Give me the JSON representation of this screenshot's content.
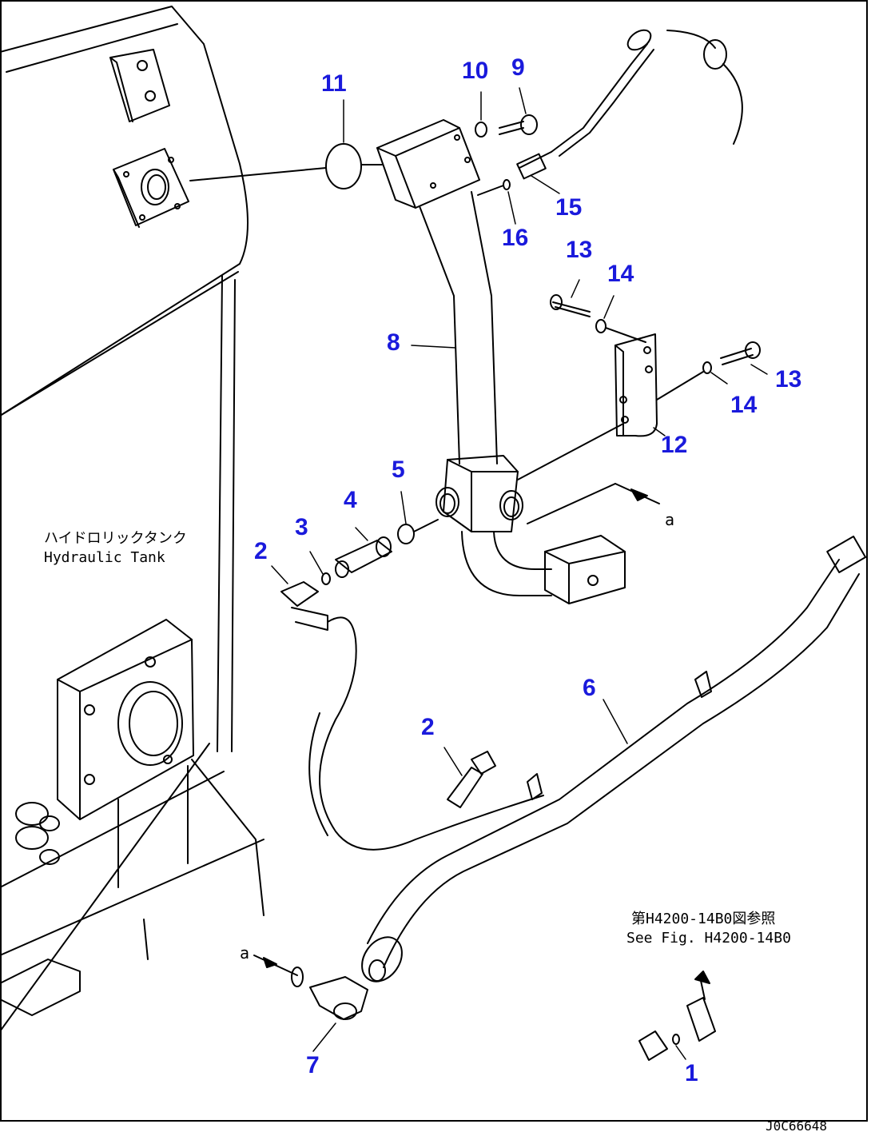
{
  "colors": {
    "callout": "#1a1adc",
    "line": "#000000",
    "background": "#ffffff"
  },
  "callouts": {
    "c1": "1",
    "c2a": "2",
    "c2b": "2",
    "c3": "3",
    "c4": "4",
    "c5": "5",
    "c6": "6",
    "c7": "7",
    "c8": "8",
    "c9": "9",
    "c10": "10",
    "c11": "11",
    "c12": "12",
    "c13a": "13",
    "c13b": "13",
    "c14a": "14",
    "c14b": "14",
    "c15": "15",
    "c16": "16"
  },
  "labels": {
    "tank_jp": "ハイドロリックタンク",
    "tank_en": "Hydraulic Tank",
    "see_fig_jp": "第H4200-14B0図参照",
    "see_fig_en": "See Fig. H4200-14B0",
    "ref_a_top": "a",
    "ref_a_bottom": "a"
  },
  "drawing_id": "J0C66648"
}
